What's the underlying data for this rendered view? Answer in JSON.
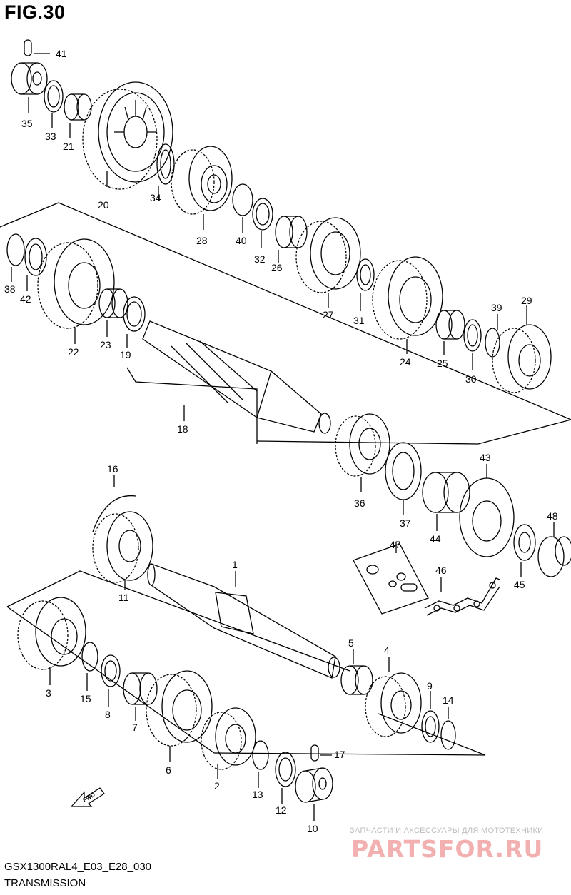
{
  "figure": {
    "title": "FIG.30",
    "model_code": "GSX1300RAL4_E03_E28_030",
    "section": "TRANSMISSION"
  },
  "watermark": {
    "caption": "ЗАПЧАСТИ И АКСЕССУАРЫ ДЛЯ МОТОТЕХНИКИ",
    "brand": "PARTSFOR.RU"
  },
  "fwd_label": "FWD",
  "parts": {
    "p1": "1",
    "p2": "2",
    "p3": "3",
    "p4": "4",
    "p5": "5",
    "p6": "6",
    "p7": "7",
    "p8": "8",
    "p9": "9",
    "p10": "10",
    "p11": "11",
    "p12": "12",
    "p13": "13",
    "p14": "14",
    "p15": "15",
    "p16": "16",
    "p17": "17",
    "p18": "18",
    "p19": "19",
    "p20": "20",
    "p21": "21",
    "p22": "22",
    "p23": "23",
    "p24": "24",
    "p25": "25",
    "p26": "26",
    "p27": "27",
    "p28": "28",
    "p29": "29",
    "p30": "30",
    "p31": "31",
    "p32": "32",
    "p33": "33",
    "p34": "34",
    "p35": "35",
    "p36": "36",
    "p37": "37",
    "p38": "38",
    "p39": "39",
    "p40": "40",
    "p41": "41",
    "p42": "42",
    "p43": "43",
    "p44": "44",
    "p45": "45",
    "p46": "46",
    "p47": "47",
    "p48": "48"
  }
}
